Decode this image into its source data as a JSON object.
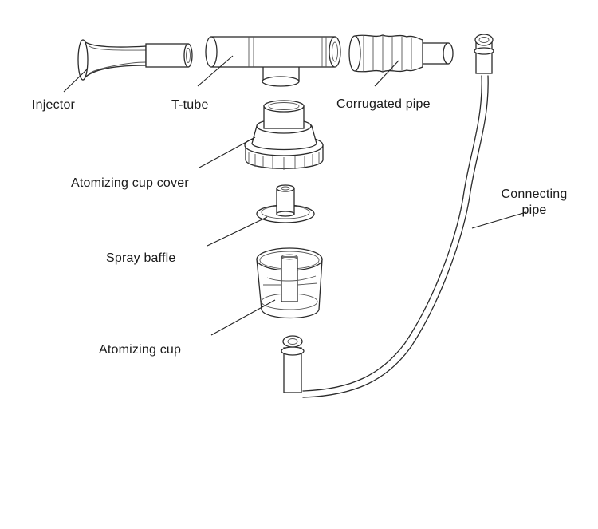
{
  "diagram": {
    "labels": {
      "injector": "Injector",
      "t_tube": "T-tube",
      "corrugated_pipe": "Corrugated pipe",
      "atomizing_cup_cover": "Atomizing cup cover",
      "spray_baffle": "Spray baffle",
      "atomizing_cup": "Atomizing cup",
      "connecting_pipe_line1": "Connecting",
      "connecting_pipe_line2": "pipe"
    }
  }
}
